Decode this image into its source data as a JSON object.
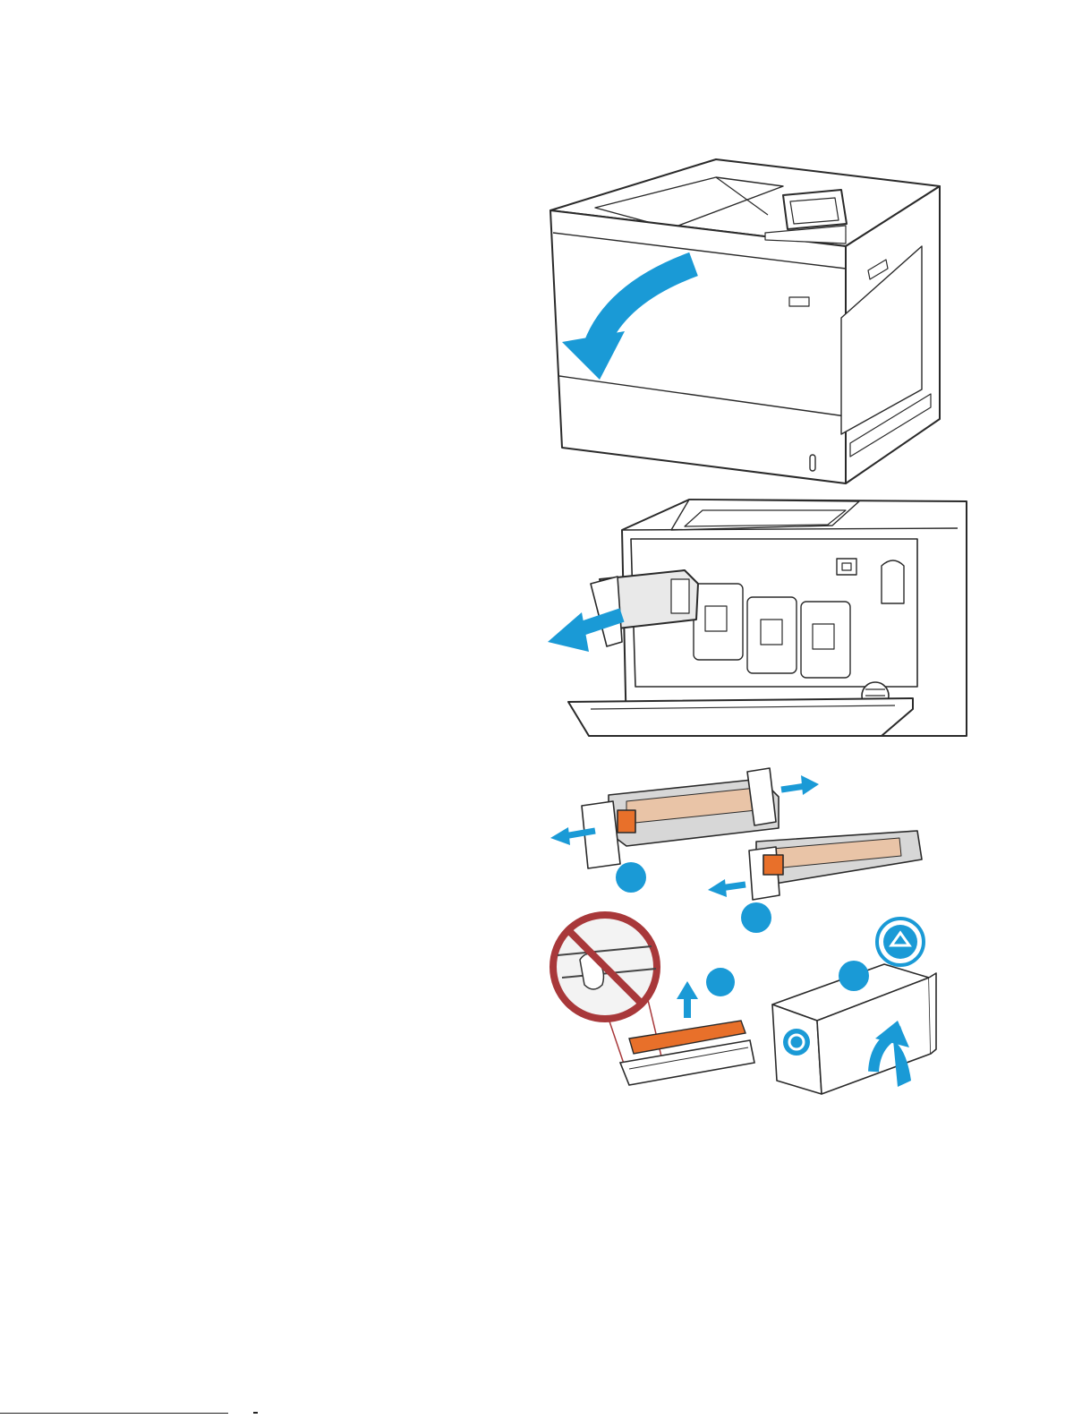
{
  "page": {
    "figures": [
      {
        "id": "step-open-front-door",
        "icon": "open-front-door-illustration"
      },
      {
        "id": "step-remove-drum",
        "icon": "remove-imaging-drum-illustration"
      },
      {
        "id": "step-unpack-new-drum",
        "icon": "unpack-imaging-drum-illustration"
      },
      {
        "id": "step-remove-shield-and-recycle",
        "icon": "remove-protective-shield-and-recycle-illustration"
      }
    ],
    "colors": {
      "arrow": "#1a9ad6",
      "orange_part": "#e8702a",
      "prohibition": "#a8383a",
      "outline": "#2a2a2a"
    }
  }
}
